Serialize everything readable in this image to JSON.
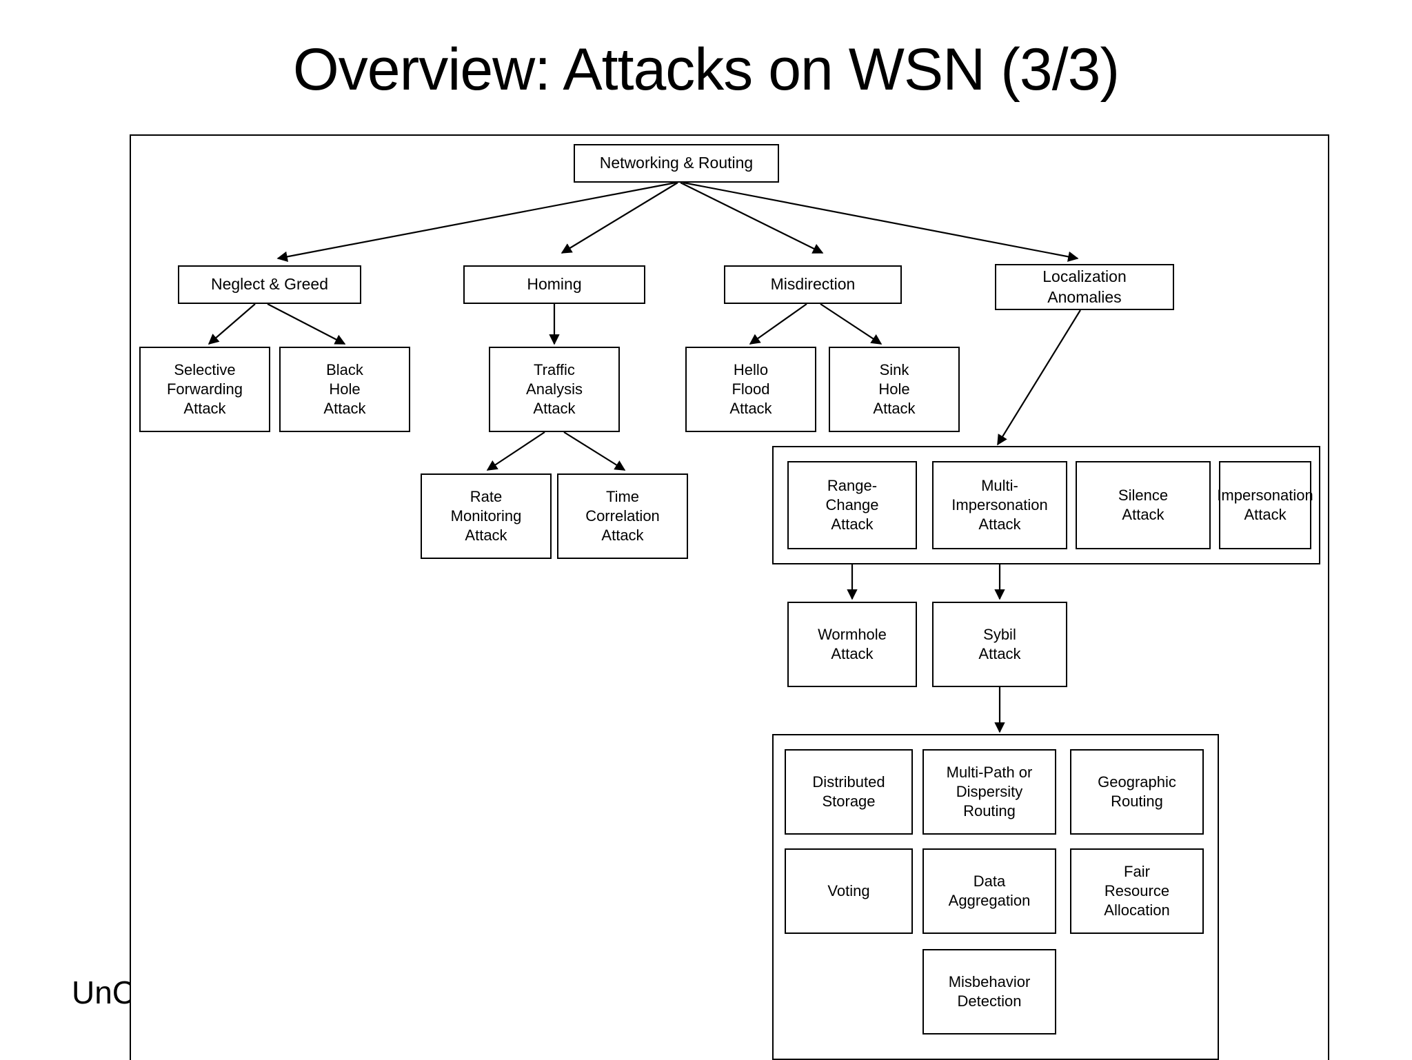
{
  "slide": {
    "title": "Overview: Attacks on WSN (3/3)",
    "footer": "UnC"
  },
  "diagram": {
    "type": "tree-hierarchy",
    "root": "Networking & Routing",
    "nodes": {
      "root": "Networking & Routing",
      "neglect_greed": "Neglect & Greed",
      "homing": "Homing",
      "misdirection": "Misdirection",
      "localization_anomalies": "Localization\nAnomalies",
      "selective_forwarding": "Selective\nForwarding\nAttack",
      "black_hole": "Black\nHole\nAttack",
      "traffic_analysis": "Traffic\nAnalysis\nAttack",
      "hello_flood": "Hello\nFlood\nAttack",
      "sink_hole": "Sink\nHole\nAttack",
      "rate_monitoring": "Rate\nMonitoring\nAttack",
      "time_correlation": "Time\nCorrelation\nAttack",
      "range_change": "Range-\nChange\nAttack",
      "multi_impersonation": "Multi-\nImpersonation\nAttack",
      "silence": "Silence\nAttack",
      "impersonation": "Impersonation\nAttack",
      "wormhole": "Wormhole\nAttack",
      "sybil": "Sybil\nAttack",
      "distributed_storage": "Distributed\nStorage",
      "multipath_routing": "Multi-Path or\nDispersity\nRouting",
      "geographic_routing": "Geographic\nRouting",
      "voting": "Voting",
      "data_aggregation": "Data\nAggregation",
      "fair_resource": "Fair\nResource\nAllocation",
      "misbehavior_detection": "Misbehavior\nDetection"
    },
    "edges": [
      [
        "root",
        "neglect_greed"
      ],
      [
        "root",
        "homing"
      ],
      [
        "root",
        "misdirection"
      ],
      [
        "root",
        "localization_anomalies"
      ],
      [
        "neglect_greed",
        "selective_forwarding"
      ],
      [
        "neglect_greed",
        "black_hole"
      ],
      [
        "homing",
        "traffic_analysis"
      ],
      [
        "misdirection",
        "hello_flood"
      ],
      [
        "misdirection",
        "sink_hole"
      ],
      [
        "traffic_analysis",
        "rate_monitoring"
      ],
      [
        "traffic_analysis",
        "time_correlation"
      ],
      [
        "localization_anomalies",
        "localization_group"
      ],
      [
        "range_change",
        "wormhole"
      ],
      [
        "multi_impersonation",
        "sybil"
      ],
      [
        "sybil",
        "countermeasures_group"
      ]
    ],
    "groups": {
      "localization_group": [
        "range_change",
        "multi_impersonation",
        "silence",
        "impersonation"
      ],
      "countermeasures_group": [
        "distributed_storage",
        "multipath_routing",
        "geographic_routing",
        "voting",
        "data_aggregation",
        "fair_resource",
        "misbehavior_detection"
      ]
    },
    "colors": {
      "stroke": "#000000",
      "fill": "#ffffff",
      "text": "#000000"
    }
  }
}
